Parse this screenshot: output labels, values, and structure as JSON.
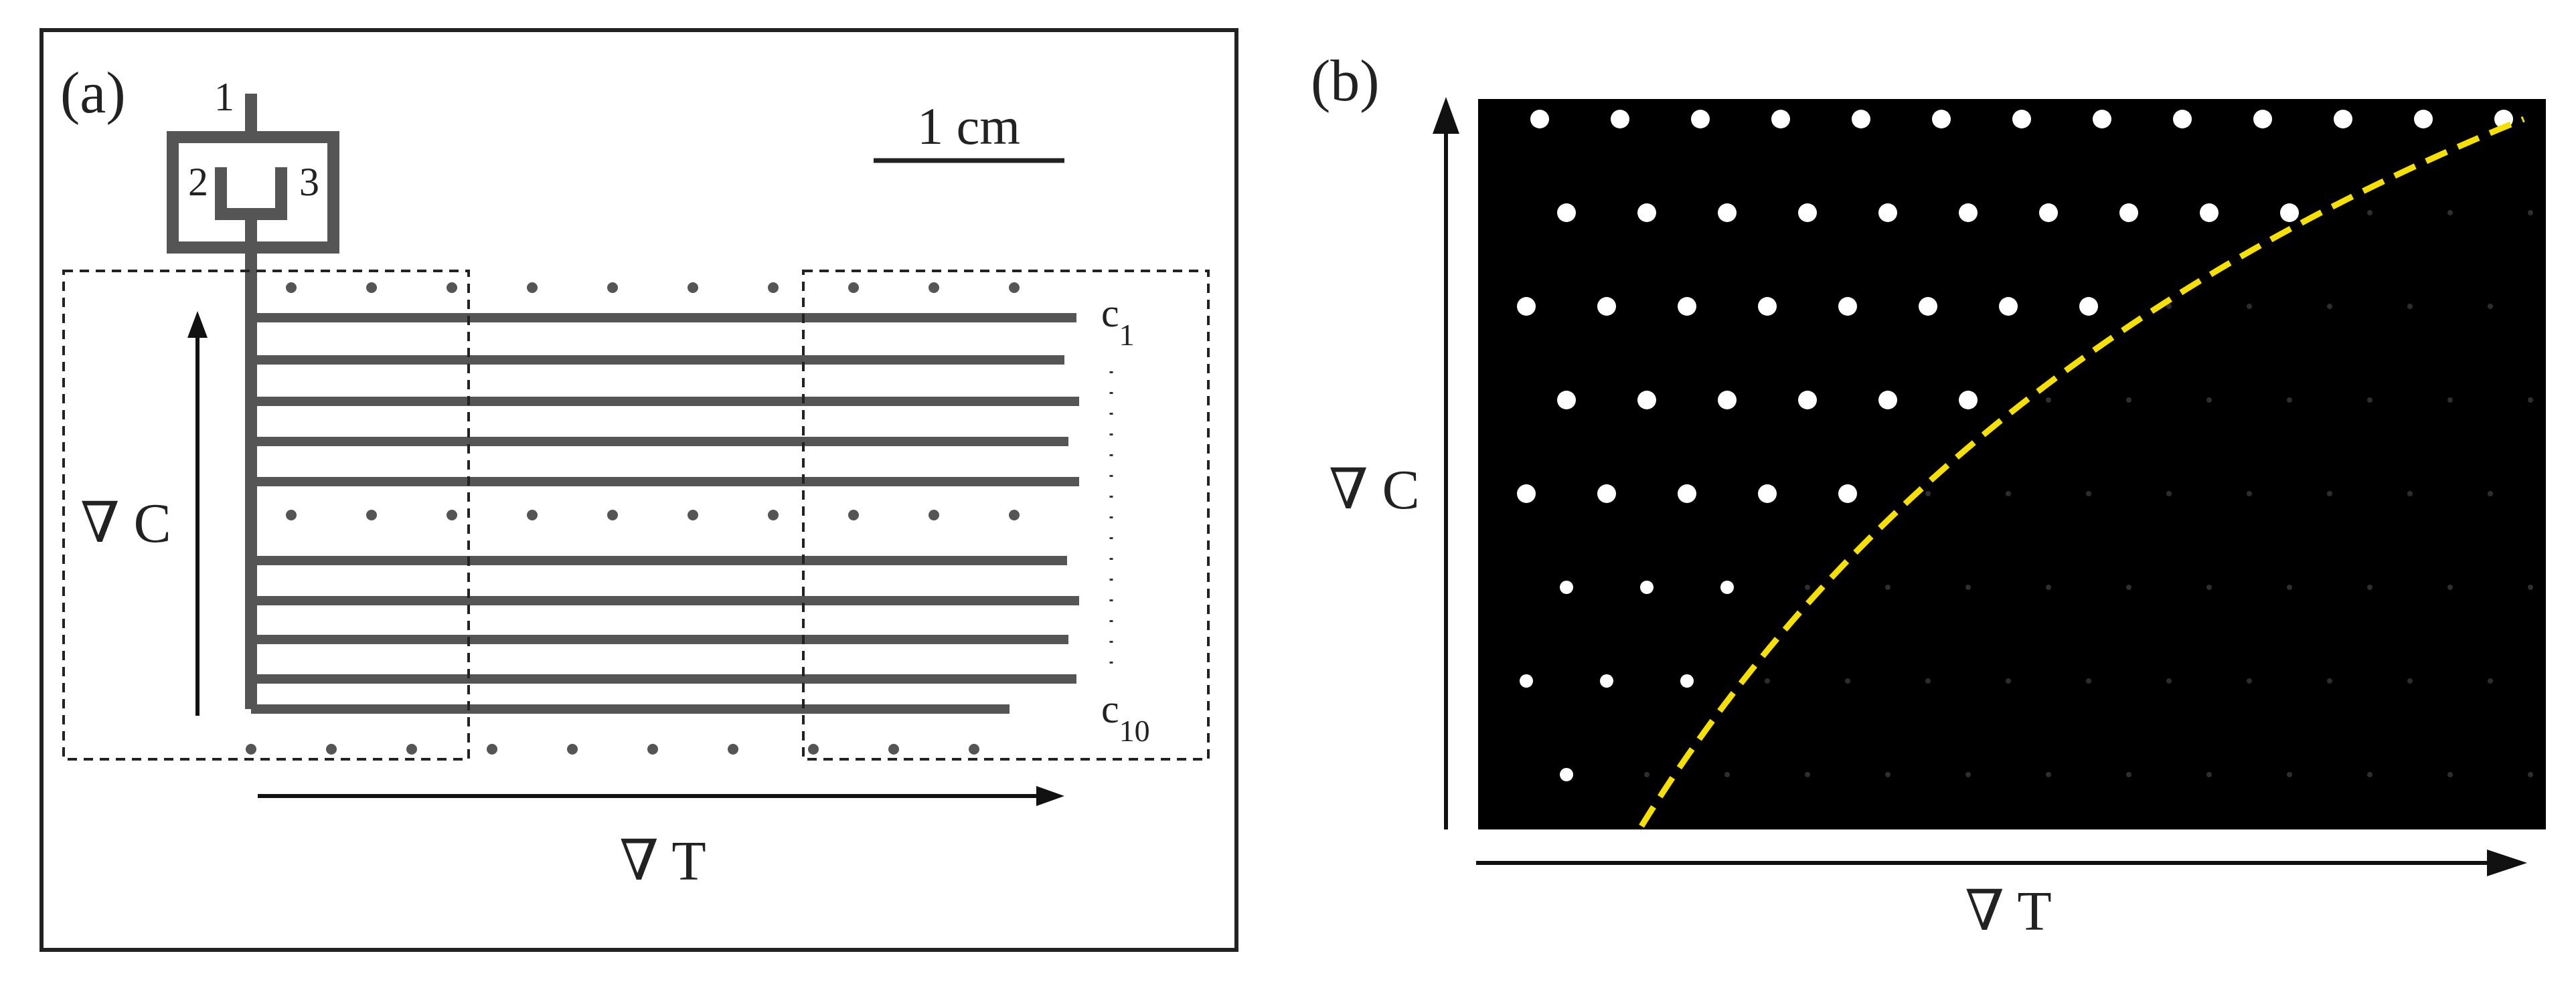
{
  "panel_a": {
    "label": "(a)",
    "scale_bar_label": "1 cm",
    "inlet_labels": [
      "1",
      "2",
      "3"
    ],
    "first_channel_label": "c",
    "first_channel_sub": "1",
    "last_channel_label": "c",
    "last_channel_sub": "10",
    "vertical_axis_label": "∇ C",
    "horizontal_axis_label": "∇ T",
    "channel_count": 10
  },
  "panel_b": {
    "label": "(b)",
    "vertical_axis_label": "∇ C",
    "horizontal_axis_label": "∇ T",
    "boundary_color": "#f5e000",
    "spot_rows": 8,
    "spot_columns": 13
  },
  "colors": {
    "line": "#555555",
    "frame": "#222222",
    "image_bg": "#000000",
    "spot": "#ffffff",
    "boundary": "#f5e000"
  }
}
